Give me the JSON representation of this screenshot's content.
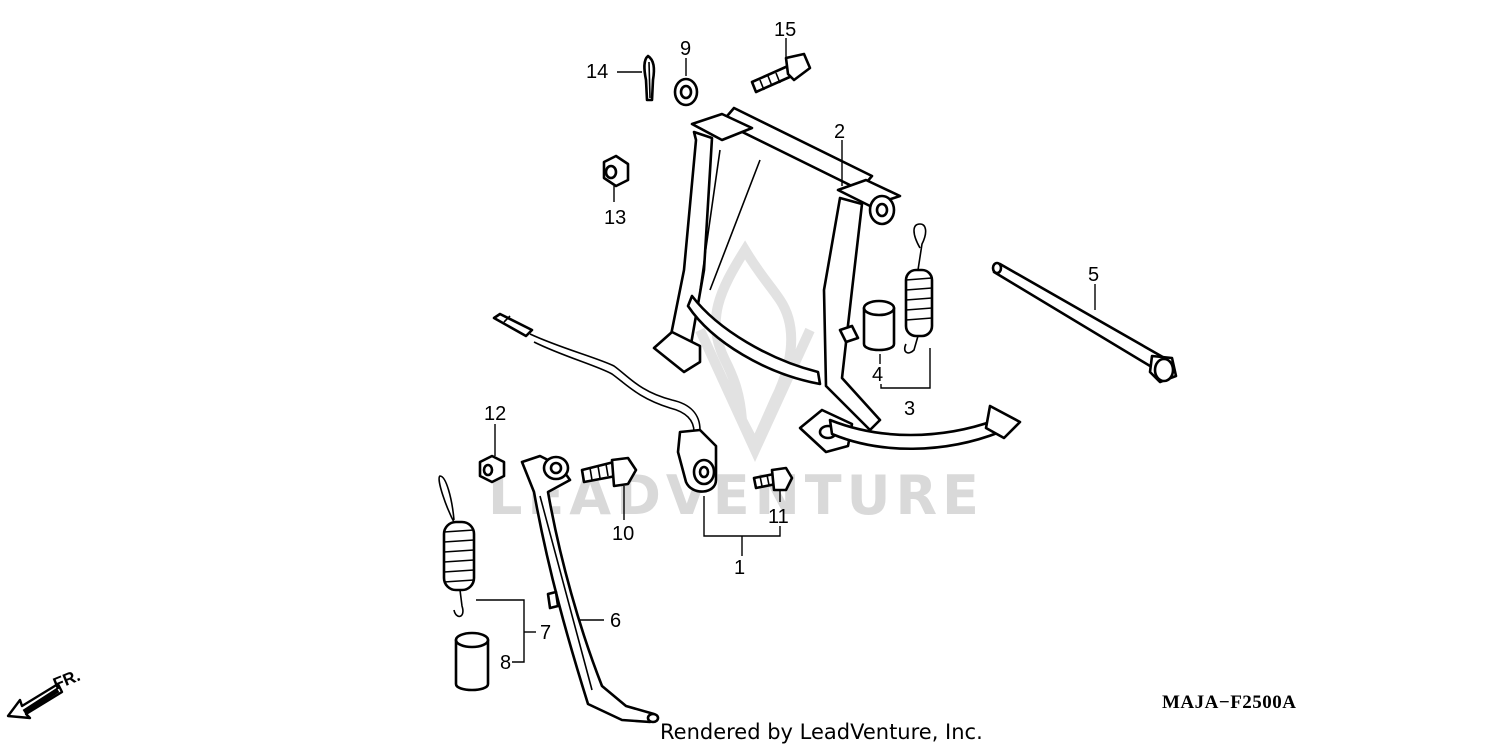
{
  "diagram": {
    "code": "MAJA−F2500A",
    "caption": "Rendered by LeadVenture, Inc.",
    "direction_label": "FR.",
    "watermark_text": "LEADVENTURE",
    "callouts": [
      {
        "id": "1",
        "label": "1"
      },
      {
        "id": "2",
        "label": "2"
      },
      {
        "id": "3",
        "label": "3"
      },
      {
        "id": "4",
        "label": "4"
      },
      {
        "id": "5",
        "label": "5"
      },
      {
        "id": "6",
        "label": "6"
      },
      {
        "id": "7",
        "label": "7"
      },
      {
        "id": "8",
        "label": "8"
      },
      {
        "id": "9",
        "label": "9"
      },
      {
        "id": "10",
        "label": "10"
      },
      {
        "id": "11",
        "label": "11"
      },
      {
        "id": "12",
        "label": "12"
      },
      {
        "id": "13",
        "label": "13"
      },
      {
        "id": "14",
        "label": "14"
      },
      {
        "id": "15",
        "label": "15"
      }
    ],
    "colors": {
      "ink": "#000000",
      "watermark": "#d9d9d9",
      "background": "#ffffff"
    }
  }
}
